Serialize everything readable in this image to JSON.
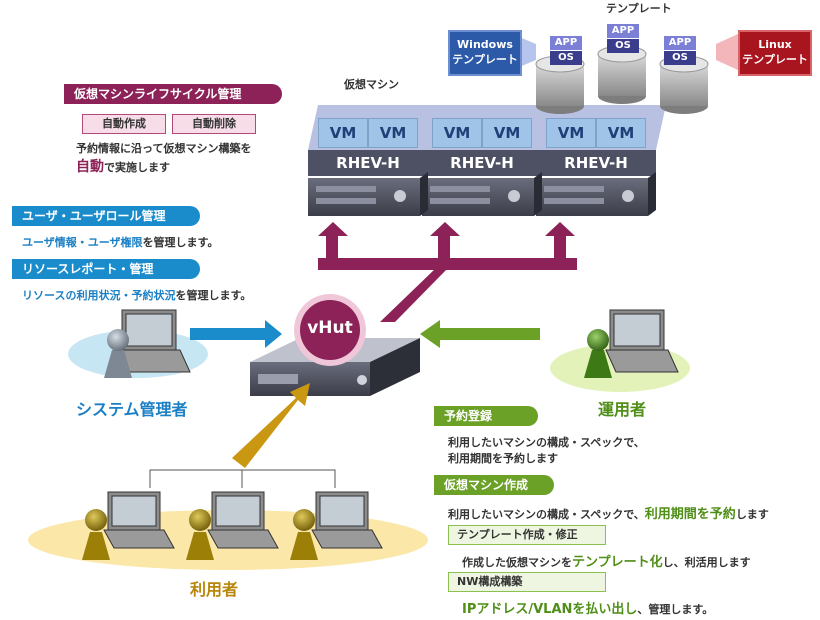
{
  "template_label": "テンプレート",
  "windows_template": [
    "Windows",
    "テンプレート"
  ],
  "linux_template": [
    "Linux",
    "テンプレート"
  ],
  "app": "APP",
  "os": "OS",
  "vm_label": "仮想マシン",
  "vm": "VM",
  "rhev": "RHEV-H",
  "vhut": "vHut",
  "lifecycle": {
    "title": "仮想マシンライフサイクル管理",
    "auto_create": "自動作成",
    "auto_delete": "自動削除",
    "desc_line1": "予約情報に沿って仮想マシン構築を",
    "desc_strong": "自動",
    "desc_line2": "で実施します"
  },
  "user_role": {
    "title": "ユーザ・ユーザロール管理",
    "desc_blue": "ユーザ情報・ユーザ権限",
    "desc_rest": "を管理します。"
  },
  "resource": {
    "title": "リソースレポート・管理",
    "desc_blue": "リソースの利用状況・予約状況",
    "desc_rest": "を管理します。"
  },
  "sys_admin": "システム管理者",
  "operator": "運用者",
  "users": "利用者",
  "reservation": {
    "title": "予約登録",
    "line1": "利用したいマシンの構成・スペックで、",
    "line2": "利用期間を予約します"
  },
  "vm_create": {
    "title": "仮想マシン作成",
    "line_pre": "利用したいマシンの構成・スペックで、",
    "line_strong": "利用期間を予約",
    "line_post": "します"
  },
  "tpl_create": {
    "title": "テンプレート作成・修正",
    "line_pre": "作成した仮想マシンを",
    "line_strong": "テンプレート化",
    "line_post": "し、利活用します"
  },
  "nw": {
    "title": "NW構成構築",
    "line_strong": "IPアドレス/VLANを払い出し",
    "line_post": "、管理します。"
  },
  "colors": {
    "magenta": "#8c2258",
    "blue": "#1a7fc4",
    "green": "#6aa126",
    "gold": "#c99712",
    "windows": "#2d5aa8",
    "linux": "#a8151e"
  }
}
